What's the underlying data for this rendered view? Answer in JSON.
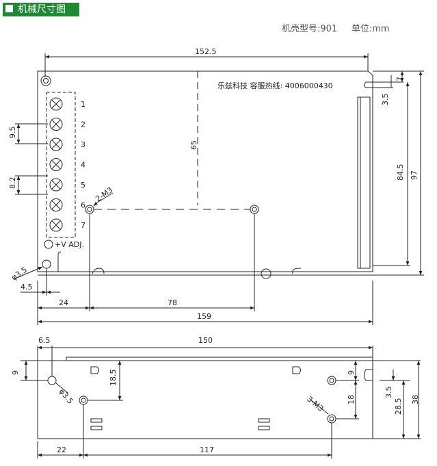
{
  "header": {
    "title": "机械尺寸图",
    "case_label": "机壳型号:901",
    "unit_label": "单位:mm"
  },
  "top_view": {
    "hotline": "乐兹科技 容服热线: 4006000430",
    "dims": {
      "width_top": "152.5",
      "height_inner": "65",
      "width_total": "159",
      "d24": "24",
      "d78": "78",
      "d45": "4.5",
      "pitch1": "9.5",
      "pitch2": "8.2",
      "r7": "7",
      "r35": "3.5",
      "r845": "84.5",
      "r97": "97"
    },
    "hole_label": "2-M3",
    "dia_label": "φ3.5",
    "vadj_label": "+V ADJ.",
    "terminal_numbers": [
      "1",
      "2",
      "3",
      "4",
      "5",
      "6",
      "7"
    ]
  },
  "side_view": {
    "dims": {
      "d65": "6.5",
      "d150": "150",
      "d9": "9",
      "d185": "18.5",
      "d22": "22",
      "d117": "117",
      "r9": "9",
      "r18": "18",
      "r35": "3.5",
      "r285": "28.5",
      "r38": "38"
    },
    "hole_label": "3-M3",
    "dia_label": "φ3.5"
  }
}
